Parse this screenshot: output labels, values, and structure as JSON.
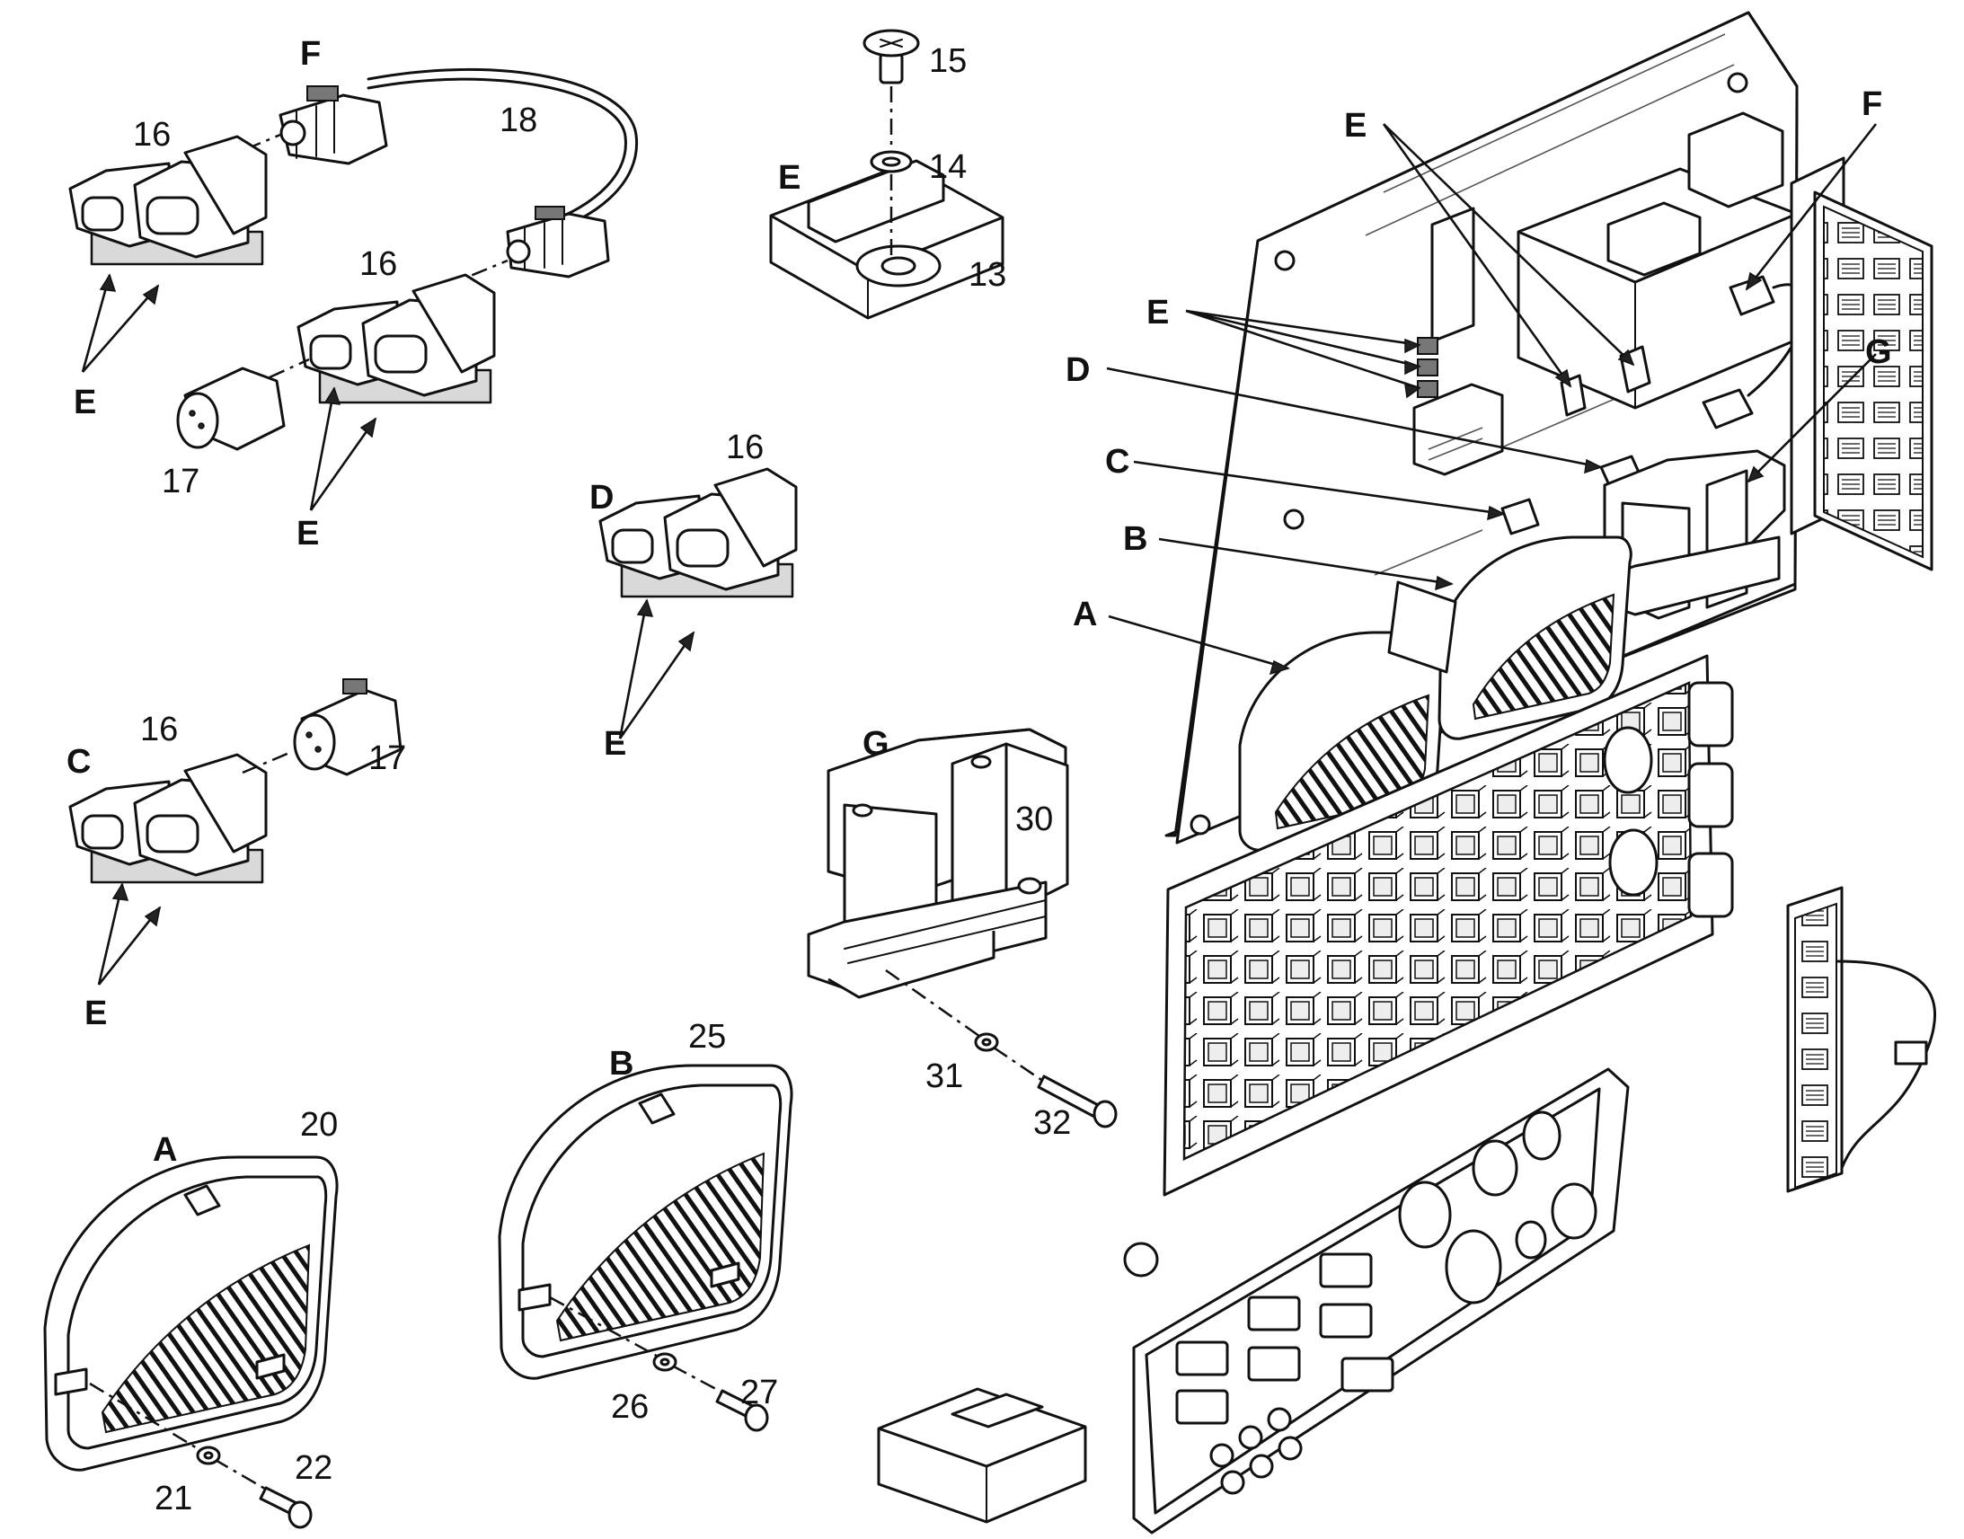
{
  "figure": {
    "callouts": {
      "F_cable": "F",
      "n18": "18",
      "n16_a": "16",
      "E_1": "E",
      "n16_b": "16",
      "n17_a": "17",
      "E_2": "E",
      "n15": "15",
      "n14": "14",
      "E_clip": "E",
      "n13": "13",
      "D_det": "D",
      "n16_d": "16",
      "E_d": "E",
      "C_det": "C",
      "n16_c": "16",
      "n17_c": "17",
      "E_c": "E",
      "G_det": "G",
      "n30": "30",
      "n31": "31",
      "n32": "32",
      "B_det": "B",
      "n25": "25",
      "n26": "26",
      "n27": "27",
      "A_det": "A",
      "n20": "20",
      "n21": "21",
      "n22": "22",
      "E_asm1": "E",
      "E_asm2": "E",
      "F_asm": "F",
      "D_asm": "D",
      "G_asm": "G",
      "C_asm": "C",
      "B_asm": "B",
      "A_asm": "A"
    }
  }
}
